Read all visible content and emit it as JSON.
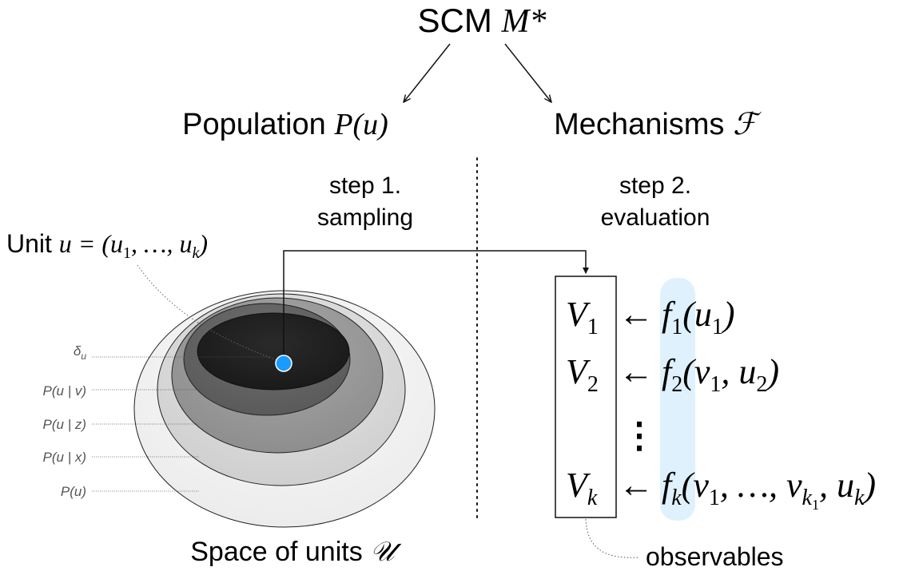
{
  "title": {
    "prefix": "SCM ",
    "symbol": "M*"
  },
  "population": {
    "label": "Population ",
    "math": "P(u)"
  },
  "mechanisms": {
    "label": "Mechanisms ",
    "math": "ℱ"
  },
  "step1": {
    "line1": "step 1.",
    "line2": "sampling"
  },
  "step2": {
    "line1": "step 2.",
    "line2": "evaluation"
  },
  "unit_label": {
    "prefix": "Unit ",
    "math": "u = (u",
    "sub1": "1",
    "mid": ", …, u",
    "subk": "k",
    "close": ")"
  },
  "distribution_labels": [
    "δu",
    "P(u | v)",
    "P(u | z)",
    "P(u | x)",
    "P(u)"
  ],
  "space_label": {
    "prefix": "Space of units ",
    "math": "𝒰"
  },
  "observables_label": "observables",
  "equations": [
    {
      "var": "V",
      "var_sub": "1",
      "fn": "f",
      "fn_sub": "1",
      "args": "(u",
      "args_sub": "1",
      "args_tail": ")"
    },
    {
      "var": "V",
      "var_sub": "2",
      "fn": "f",
      "fn_sub": "2",
      "args": "(v",
      "args_sub": "1",
      "args_tail": ", u",
      "args_sub2": "2",
      "args_tail2": ")"
    },
    {
      "var": "V",
      "var_sub": "k",
      "fn": "f",
      "fn_sub": "k",
      "args": "(v",
      "args_sub": "1",
      "args_tail": ", …, v",
      "args_sub2": "k",
      "args_subsub": "1",
      "args_tail2": ", u",
      "args_sub3": "k",
      "args_tail3": ")"
    }
  ],
  "arrow_glyph": "←",
  "ellipsis_glyph": "⋮",
  "colors": {
    "unit_dot": "#1a9bff",
    "highlight": "#dff1fd"
  }
}
